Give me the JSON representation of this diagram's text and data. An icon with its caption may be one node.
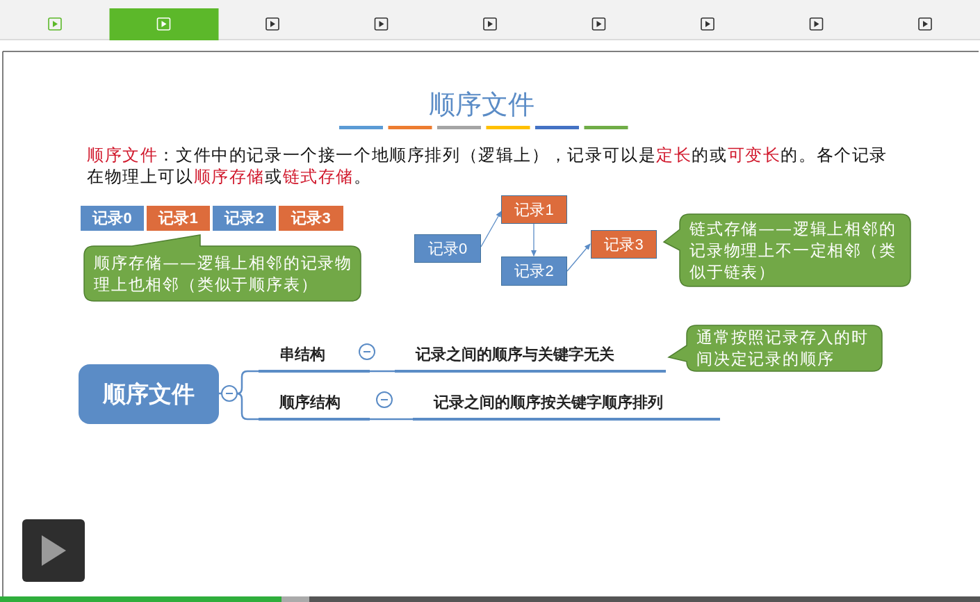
{
  "diagram": {
    "title": "顺序文件",
    "nodes": [
      {
        "text": [
          "记录0"
        ]
      },
      {
        "text": [
          "记录1"
        ]
      },
      {
        "text": [
          "记录2"
        ]
      },
      {
        "text": [
          "记录3"
        ]
      },
      {
        "text": [
          "顺序存储——逻辑上相邻的记录物理上也相邻（类似于顺序表）"
        ]
      },
      {
        "text": [
          "记录0"
        ]
      },
      {
        "text": [
          "记录1"
        ]
      },
      {
        "text": [
          "记录2"
        ]
      },
      {
        "text": [
          "记录3"
        ]
      },
      {
        "text": [
          "链式存储——逻辑上相邻的记录物理上不一定相邻（类似于链表）"
        ]
      },
      {
        "text": [
          "顺序文件"
        ]
      },
      {
        "text": [
          "串结构"
        ]
      },
      {
        "text": [
          "记录之间的顺序与关键字无关"
        ]
      },
      {
        "text": [
          "顺序结构"
        ]
      },
      {
        "text": [
          "记录之间的顺序按关键字顺序排列"
        ]
      },
      {
        "text": [
          "通常按照记录存入的时间决定记录的顺序"
        ]
      }
    ],
    "edges": [
      {
        "from": 5,
        "to": 6,
        "arrow": "to"
      },
      {
        "from": 6,
        "to": 7,
        "arrow": "to"
      },
      {
        "from": 7,
        "to": 8,
        "arrow": "to"
      },
      {
        "from": 10,
        "to": 11,
        "arrow": "none"
      },
      {
        "from": 10,
        "to": 13,
        "arrow": "none"
      },
      {
        "from": 11,
        "to": 12,
        "arrow": "none"
      },
      {
        "from": 13,
        "to": 14,
        "arrow": "none"
      }
    ],
    "labels": [
      "**顺序文件**：文件中的记录一个接一个地顺序排列（逻辑上），记录可以是**定长**的或**可变长**的。各个记录在物理上可以**顺序存储**或**链式存储**。"
    ]
  }
}
